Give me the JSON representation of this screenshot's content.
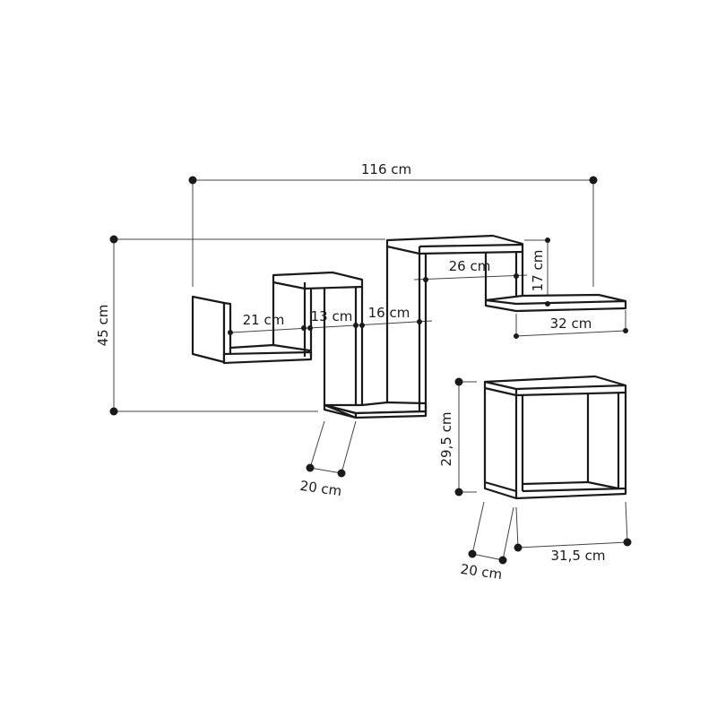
{
  "diagram": {
    "colors": {
      "line": "#1a1a1a",
      "dimension": "#444444",
      "background": "#ffffff"
    },
    "wall_shelf": {
      "overall_width": "116 cm",
      "overall_height": "45 cm",
      "compartment_1_width": "21 cm",
      "compartment_2_width": "13 cm",
      "compartment_3_width": "16 cm",
      "top_compartment_width": "26 cm",
      "top_compartment_height": "17 cm",
      "right_shelf_width": "32 cm",
      "depth": "20 cm"
    },
    "cube_shelf": {
      "height": "29,5 cm",
      "width": "31,5 cm",
      "depth": "20 cm"
    }
  }
}
